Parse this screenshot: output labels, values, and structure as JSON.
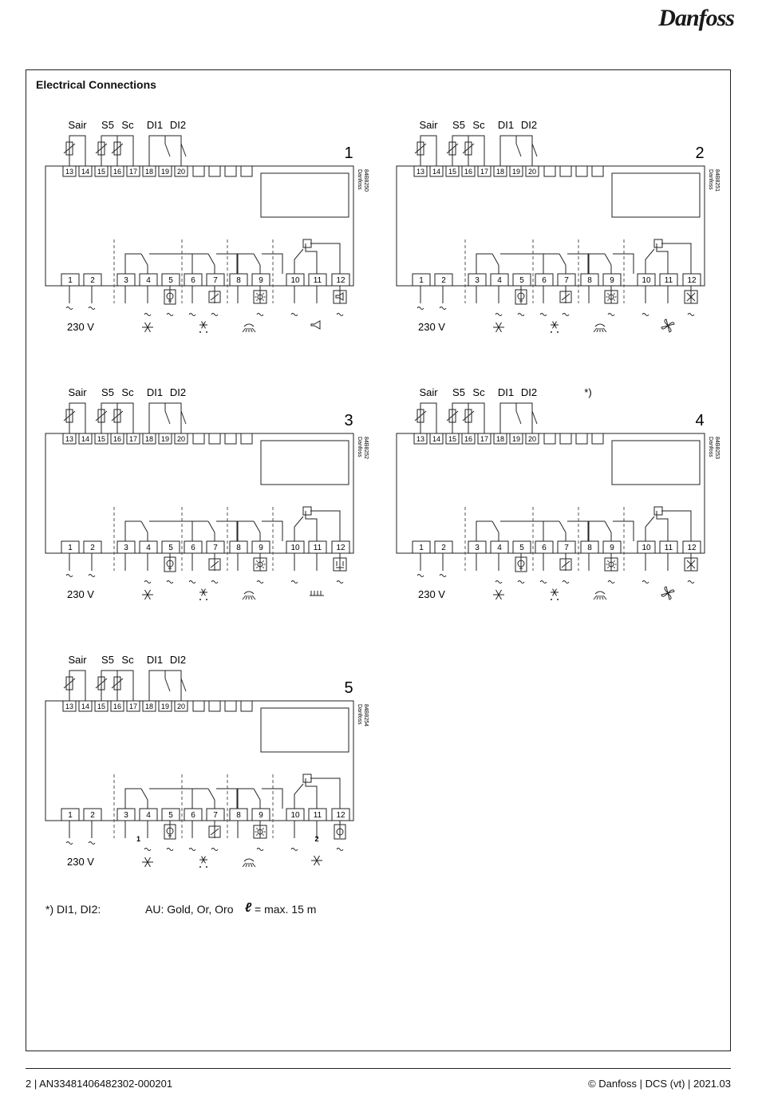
{
  "brand": "Danfoss",
  "section_title": "Electrical Connections",
  "sensor_labels": [
    "Sair",
    "S5",
    "Sc",
    "DI1",
    "DI2"
  ],
  "top_terminals": [
    "13",
    "14",
    "15",
    "16",
    "17",
    "18",
    "19",
    "20"
  ],
  "bottom_terminals": [
    "1",
    "2",
    "3",
    "4",
    "5",
    "6",
    "7",
    "8",
    "9",
    "10",
    "11",
    "12"
  ],
  "voltage_label": "230 V",
  "diagrams": [
    {
      "number": "1",
      "code": "84B8250",
      "maker": "Danfoss",
      "note": "",
      "load12": "heater-icon",
      "load12b": "alarm-icon"
    },
    {
      "number": "2",
      "code": "84B8251",
      "maker": "Danfoss",
      "note": "",
      "load12": "fan-icon"
    },
    {
      "number": "3",
      "code": "84B8252",
      "maker": "Danfoss",
      "note": "",
      "load12": "heater-icon"
    },
    {
      "number": "4",
      "code": "84B8253",
      "maker": "Danfoss",
      "note": "*)",
      "load12": "fan-icon"
    },
    {
      "number": "5",
      "code": "84B8254",
      "maker": "Danfoss",
      "note": "",
      "load12": "compressor-icon",
      "sub1": "1",
      "sub2": "2"
    }
  ],
  "footnote": {
    "marker": "*) DI1, DI2:",
    "text": "AU: Gold, Or, Oro",
    "symbol": "ℓ",
    "length": "= max. 15 m"
  },
  "footer": {
    "left": "2 | AN33481406482302-000201",
    "right": "© Danfoss | DCS (vt) | 2021.03"
  }
}
